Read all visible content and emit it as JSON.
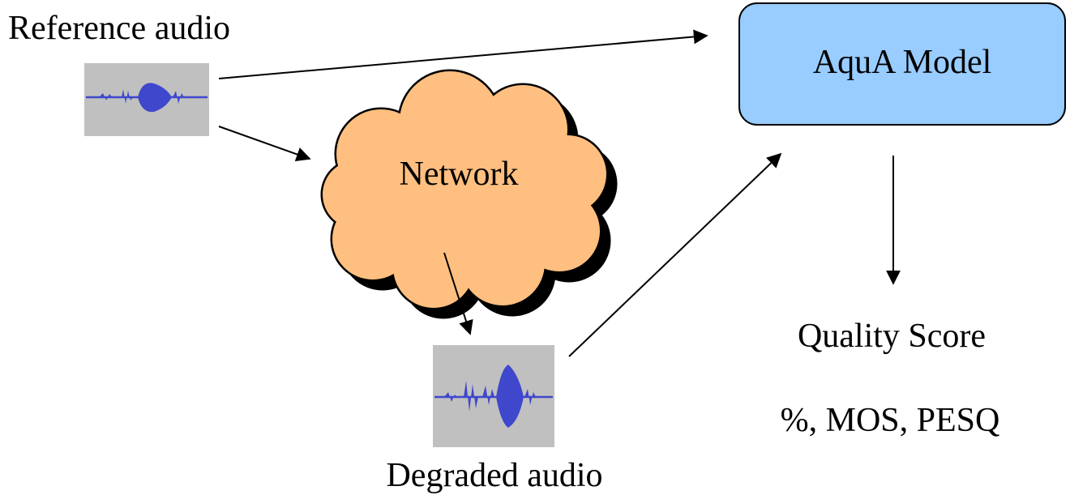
{
  "reference_audio": {
    "label": "Reference audio",
    "icon": "waveform-icon"
  },
  "network": {
    "label": "Network",
    "icon": "cloud-shape"
  },
  "degraded_audio": {
    "label": "Degraded audio",
    "icon": "waveform-icon"
  },
  "model": {
    "label": "AquA Model"
  },
  "output": {
    "title": "Quality Score",
    "units": "%, MOS, PESQ"
  },
  "colors": {
    "cloud_fill": "#FFBF80",
    "cloud_shadow": "#000000",
    "model_fill": "#99CCFF",
    "waveform": "#3F48CC",
    "waveform_bg": "#C0C0C0",
    "arrow": "#000000"
  }
}
